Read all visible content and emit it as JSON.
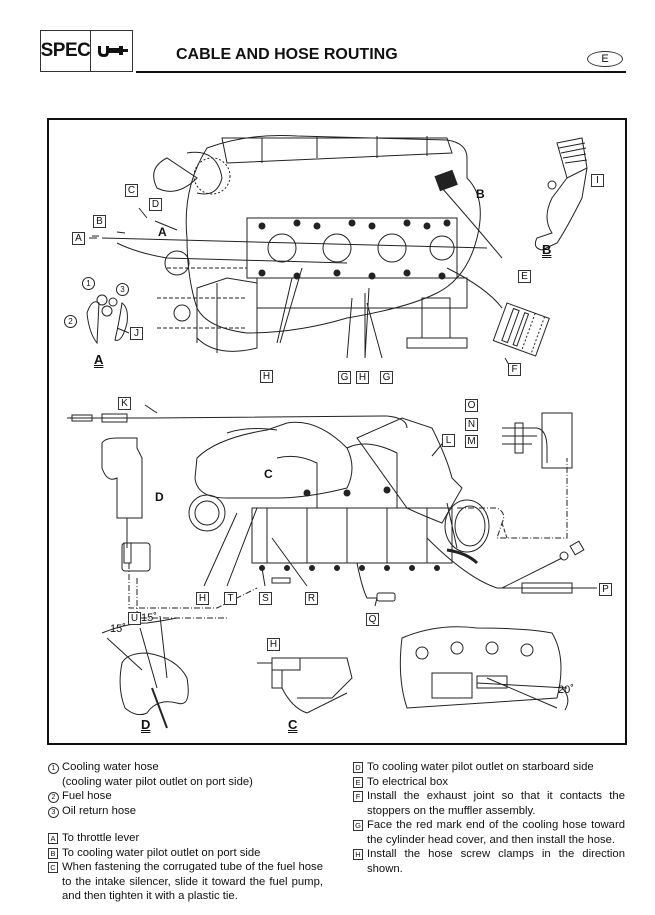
{
  "header": {
    "section_tag": "SPEC",
    "section_icon": "micrometer-icon",
    "title": "CABLE AND HOSE ROUTING",
    "language_badge": "E"
  },
  "figure": {
    "callouts": {
      "A": "A",
      "B": "B",
      "C": "C",
      "D": "D",
      "E": "E",
      "F": "F",
      "G": "G",
      "H": "H",
      "I": "I",
      "J": "J",
      "K": "K",
      "L": "L",
      "M": "M",
      "N": "N",
      "O": "O",
      "P": "P",
      "Q": "Q",
      "R": "R",
      "S": "S",
      "T": "T",
      "U": "U"
    },
    "numbered_callouts": {
      "n1": "1",
      "n2": "2",
      "n3": "3"
    },
    "view_labels": {
      "A": "A",
      "B": "B",
      "C": "C",
      "D": "D"
    },
    "arrow_labels": {
      "A": "A",
      "B": "B",
      "C": "C",
      "D": "D"
    },
    "angles": {
      "left": "15˚",
      "right": "15˚",
      "clamp": "20˚"
    }
  },
  "notes": {
    "numbered": [
      {
        "key": "1",
        "text": "Cooling water hose",
        "continuation": "(cooling water pilot outlet on port side)"
      },
      {
        "key": "2",
        "text": "Fuel hose"
      },
      {
        "key": "3",
        "text": "Oil return hose"
      }
    ],
    "lettered_left": [
      {
        "key": "A",
        "text": "To throttle lever"
      },
      {
        "key": "B",
        "text": "To cooling water pilot outlet on port side"
      },
      {
        "key": "C",
        "text": "When fastening the corrugated tube of the fuel hose to the intake silencer, slide it toward the fuel pump, and then tighten it with a plastic tie."
      }
    ],
    "lettered_right": [
      {
        "key": "D",
        "text": "To cooling water pilot outlet on starboard side"
      },
      {
        "key": "E",
        "text": "To electrical box"
      },
      {
        "key": "F",
        "text": "Install the exhaust joint so that it contacts the stoppers on the muffler assembly."
      },
      {
        "key": "G",
        "text": "Face the red mark end of the cooling hose toward the cylinder head cover, and then install the hose."
      },
      {
        "key": "H",
        "text": "Install the hose screw clamps in the direction shown."
      }
    ]
  }
}
